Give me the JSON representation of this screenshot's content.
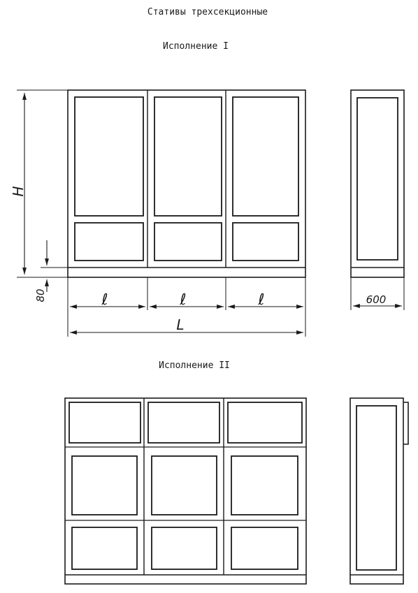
{
  "title": "Стативы трехсекционные",
  "variant_1": {
    "label": "Исполнение I",
    "dimensions": {
      "height": "H",
      "base_height": "80",
      "section_width": "ℓ",
      "total_length": "L",
      "depth": "600"
    }
  },
  "variant_2": {
    "label": "Исполнение II"
  }
}
